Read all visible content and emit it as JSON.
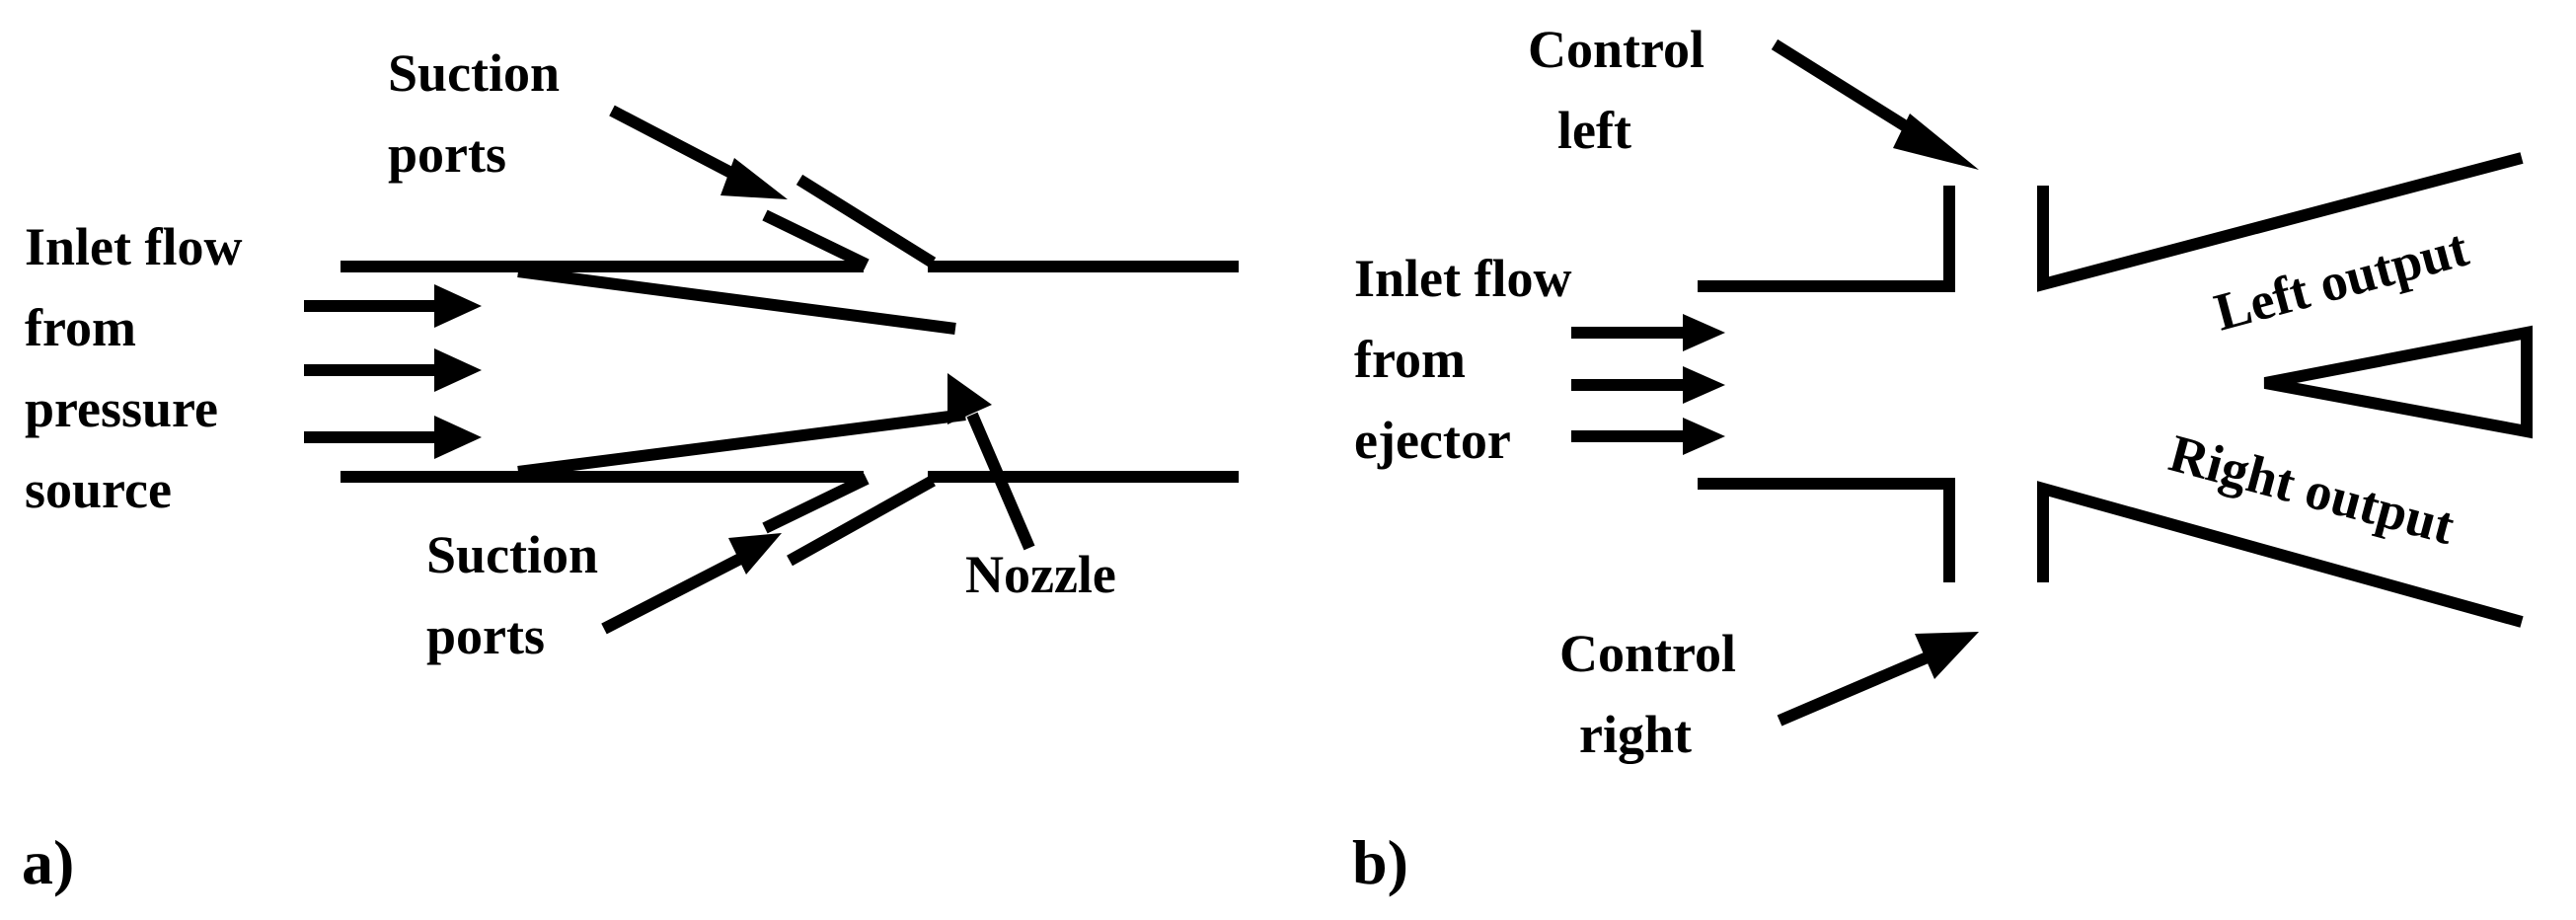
{
  "colors": {
    "ink": "#000000",
    "background": "#ffffff"
  },
  "panel_a": {
    "panel_label": "a)",
    "inlet_label": [
      "Inlet flow",
      "from",
      "pressure",
      "source"
    ],
    "suction_top_label": [
      "Suction",
      "ports"
    ],
    "suction_bottom_label": [
      "Suction",
      "ports"
    ],
    "nozzle_label": "Nozzle"
  },
  "panel_b": {
    "panel_label": "b)",
    "control_left_label": [
      "Control",
      "left"
    ],
    "inlet_label": [
      "Inlet flow",
      "from",
      "ejector"
    ],
    "control_right_label": [
      "Control",
      "right"
    ],
    "left_output_label": "Left output",
    "right_output_label": "Right output"
  }
}
